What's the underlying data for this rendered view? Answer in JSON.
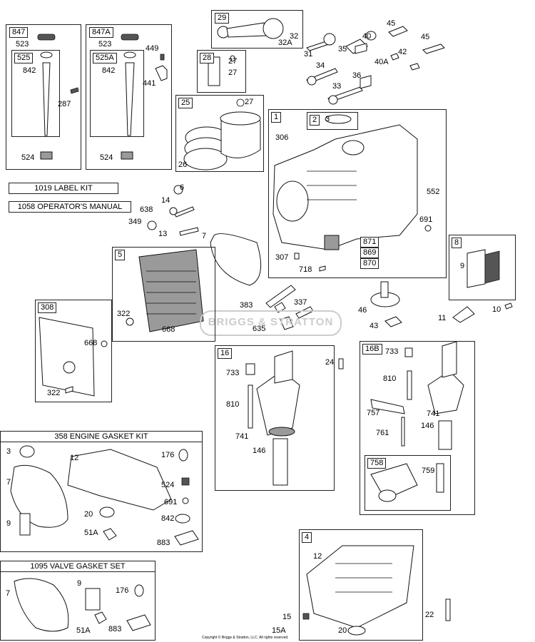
{
  "watermark": "BRIGGS & STRATTON",
  "copyright": "Copyright © Briggs & Stratton, LLC. All rights reserved.",
  "kits": {
    "label_kit": "1019 LABEL KIT",
    "operators_manual": "1058 OPERATOR'S MANUAL",
    "engine_gasket_kit": "358 ENGINE GASKET KIT",
    "valve_gasket_set": "1095 VALVE GASKET SET"
  },
  "boxes": {
    "b847": "847",
    "b525": "525",
    "b847A": "847A",
    "b525A": "525A",
    "b29": "29",
    "b28": "28",
    "b25": "25",
    "b1": "1",
    "b2": "2",
    "b5": "5",
    "b8": "8",
    "b308": "308",
    "b16": "16",
    "b16B": "16B",
    "b758": "758",
    "b4": "4"
  },
  "labels": {
    "l523": "523",
    "l842": "842",
    "l287": "287",
    "l524": "524",
    "l523b": "523",
    "l449": "449",
    "l842b": "842",
    "l441": "441",
    "l524b": "524",
    "l32": "32",
    "l32A": "32A",
    "l27a": "27",
    "l27b": "27",
    "l26": "26",
    "l45a": "45",
    "l40": "40",
    "l45b": "45",
    "l31": "31",
    "l35": "35",
    "l42": "42",
    "l34": "34",
    "l40A": "40A",
    "l36": "36",
    "l33": "33",
    "l3": "3",
    "l306": "306",
    "l552": "552",
    "l691": "691",
    "l871": "871",
    "l869": "869",
    "l870": "870",
    "l307": "307",
    "l718": "718",
    "l6": "6",
    "l14": "14",
    "l638": "638",
    "l349": "349",
    "l13": "13",
    "l7": "7",
    "l322": "322",
    "l668": "668",
    "l383": "383",
    "l337": "337",
    "l635": "635",
    "l46": "46",
    "l43": "43",
    "l11": "11",
    "l10": "10",
    "l9": "9",
    "l668b": "668",
    "l322b": "322",
    "l24": "24",
    "l733": "733",
    "l810": "810",
    "l741": "741",
    "l146": "146",
    "l733b": "733",
    "l810b": "810",
    "l757": "757",
    "l741b": "741",
    "l146b": "146",
    "l761": "761",
    "l759": "759",
    "g3": "3",
    "g12": "12",
    "g176": "176",
    "g7": "7",
    "g524": "524",
    "g691": "691",
    "g20": "20",
    "g842": "842",
    "g9": "9",
    "g51A": "51A",
    "g883": "883",
    "v7": "7",
    "v9": "9",
    "v176": "176",
    "v51A": "51A",
    "v883": "883",
    "l12": "12",
    "l15": "15",
    "l15A": "15A",
    "l20": "20",
    "l22": "22"
  }
}
